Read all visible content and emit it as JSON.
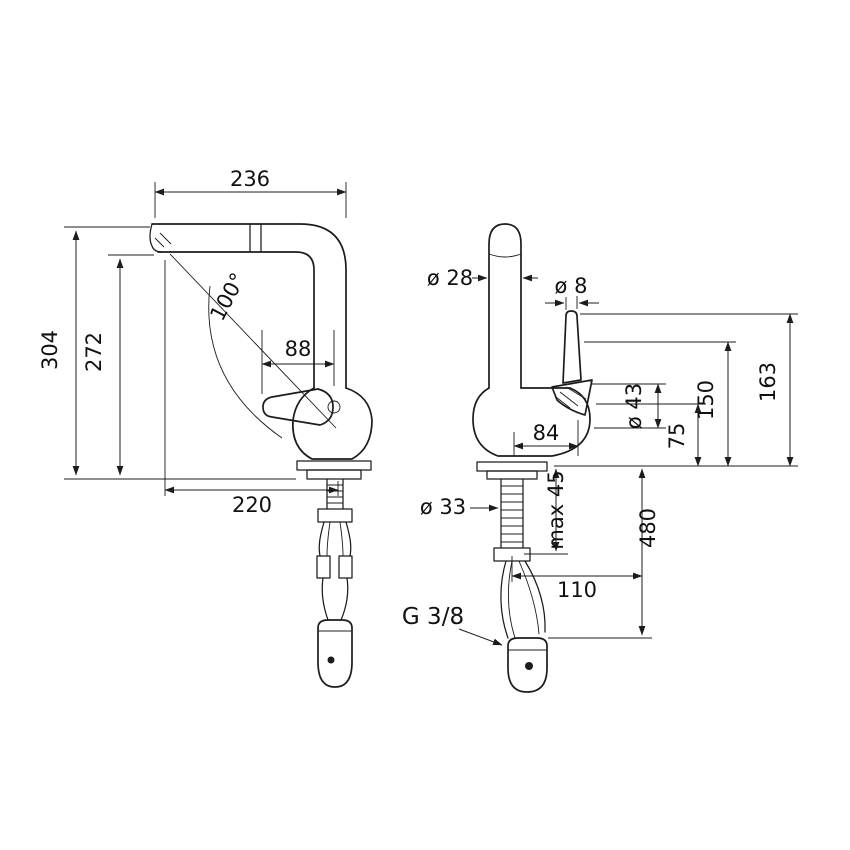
{
  "drawing": {
    "type": "faucet-dimensional-drawing",
    "colors": {
      "line": "#1c1c1c",
      "background": "#ffffff"
    },
    "labels": {
      "spout_reach": "236",
      "total_height": "304",
      "outlet_height": "272",
      "swivel_angle": "100°",
      "handle_length": "88",
      "spout_offset": "220",
      "spout_diameter": "ø 28",
      "pin_diameter": "ø 8",
      "body_diameter": "ø 43",
      "dim_75": "75",
      "dim_150": "150",
      "dim_163": "163",
      "dim_84": "84",
      "hole_diameter": "ø 33",
      "max_thickness": "max 45",
      "hose_offset": "110",
      "hose_drop": "480",
      "thread_size": "G 3/8"
    }
  }
}
